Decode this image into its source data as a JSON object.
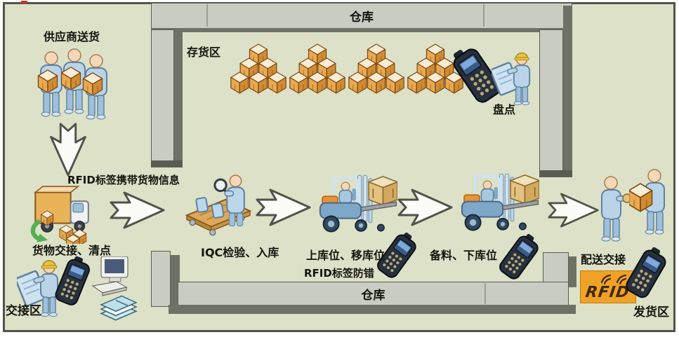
{
  "diagram": {
    "zones": {
      "warehouse_top": "仓库",
      "warehouse_bottom": "仓库",
      "storage_area": "存货区",
      "handover_area": "交接区",
      "shipping_area": "发货区"
    },
    "steps": {
      "supplier_delivery": "供应商送货",
      "rfid_tag_info": "RFID标签携带货物信息",
      "goods_handover": "货物交接、清点",
      "iqc_inbound": "IQC检验、入库",
      "putaway_line1": "上库位、移库位",
      "putaway_line2": "RFID标签防错",
      "picking": "备料、下库位",
      "dispatch_handover": "配送交接",
      "stocktaking": "盘点"
    },
    "logo": {
      "rfid": "RFID"
    },
    "colors": {
      "background": "#dce1c7",
      "wall": "#c9ccc3",
      "wall_shadow": "#6e7266",
      "box_orange": "#e9a94f",
      "arrow_fill": "#fbfbf7",
      "person_blue": "#b9d3e7",
      "green_arrow": "#55b054",
      "rfid_logo_bg": "#f0a226"
    }
  }
}
